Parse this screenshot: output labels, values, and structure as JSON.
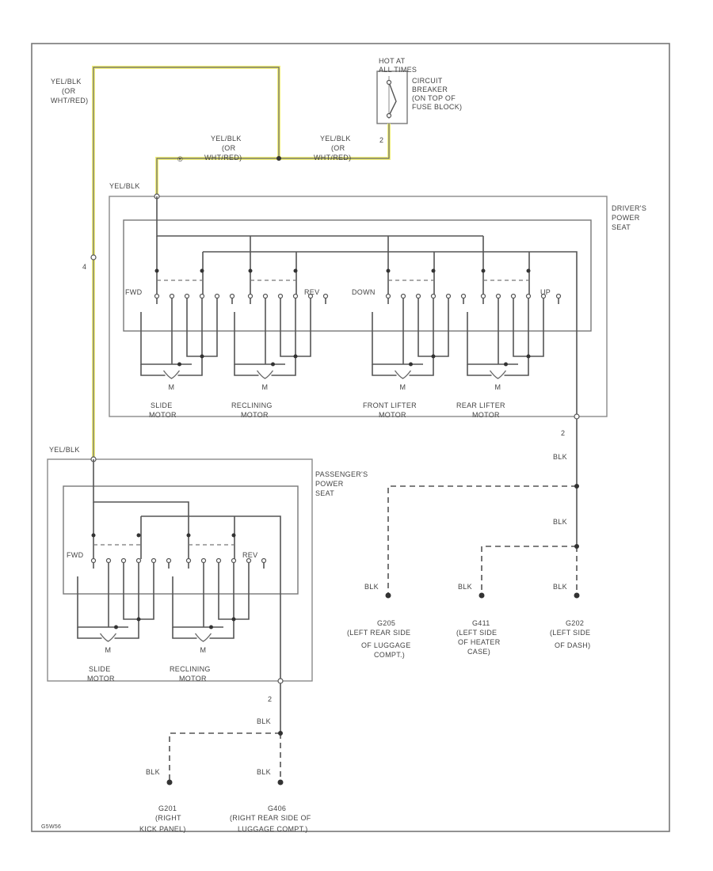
{
  "labels": {
    "hot_at_all_times": "HOT AT ALL TIMES",
    "circuit_breaker": [
      "CIRCUIT",
      "BREAKER",
      "(ON TOP OF",
      "FUSE BLOCK)"
    ],
    "wire_ylw_blk_or_wht_red": [
      "YEL/BLK",
      "(OR",
      "WHT/RED)"
    ],
    "ylw_blk": "YEL/BLK",
    "blk": "BLK",
    "drivers_power_seat": [
      "DRIVER'S",
      "POWER",
      "SEAT"
    ],
    "passengers_power_seat": [
      "PASSENGER'S",
      "POWER",
      "SEAT"
    ],
    "fwd": "FWD",
    "rev": "REV",
    "down": "DOWN",
    "up": "UP",
    "slide_motor": [
      "SLIDE",
      "MOTOR"
    ],
    "reclining_motor": [
      "RECLINING",
      "MOTOR"
    ],
    "front_lifter_motor": [
      "FRONT LIFTER",
      "MOTOR"
    ],
    "rear_lifter_motor": [
      "REAR LIFTER",
      "MOTOR"
    ],
    "ground_g205": [
      "G205",
      "(LEFT REAR SIDE",
      "OF LUGGAGE",
      "COMPT.)"
    ],
    "ground_g411": [
      "G411",
      "(LEFT SIDE",
      "OF HEATER",
      "CASE)"
    ],
    "ground_g202": [
      "G202",
      "(LEFT SIDE",
      "OF DASH)"
    ],
    "ground_g201": [
      "G201",
      "(RIGHT",
      "KICK PANEL)"
    ],
    "ground_g406": [
      "G406",
      "(RIGHT REAR SIDE OF",
      "LUGGAGE COMPT.)"
    ],
    "pin_2": "2",
    "pin_4": "4",
    "connector_tag": "®",
    "code": "G5W56"
  },
  "colors": {
    "yellow_wire": "#f2f07a",
    "wire": "#555555",
    "border": "#8a8a8a"
  }
}
